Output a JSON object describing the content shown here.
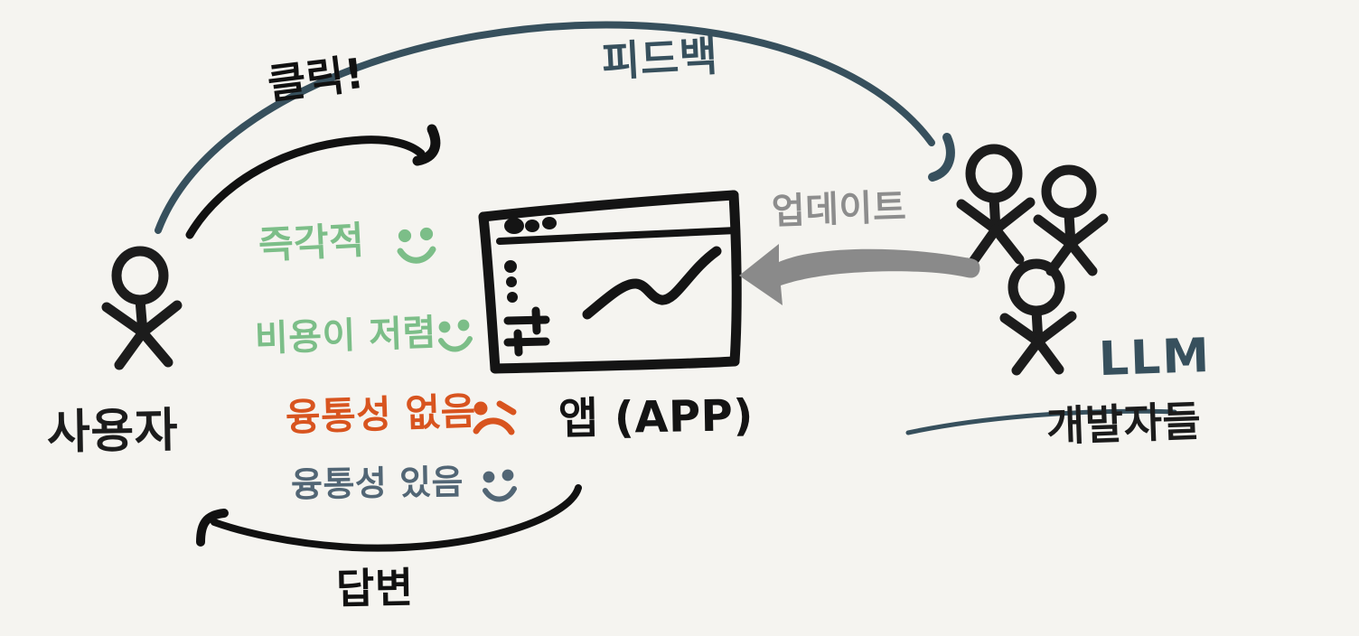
{
  "diagram": {
    "title": "사용자-앱-LLM 피드백 루프",
    "background_color": "#f5f4f0",
    "type": "hand-drawn whiteboard flow sketch"
  },
  "actors": {
    "user": {
      "label": "사용자",
      "icon": "stick-figure",
      "color": "#1c1c1c"
    },
    "app": {
      "label": "앱 (APP)",
      "icon": "app-window-sketch",
      "color": "#141414",
      "window": {
        "titlebar_dots": 3,
        "sidebar_bullets": 3,
        "sidebar_sliders": 2,
        "content": "line-chart-upward"
      }
    },
    "developers": {
      "label": "개발자들",
      "tag": "LLM",
      "icon": "stick-figure-group",
      "count": 3,
      "color": "#1c1c1c",
      "tag_color": "#37505d"
    }
  },
  "arrows": {
    "click": {
      "label": "클릭!",
      "color": "#111111",
      "direction": "user-to-app"
    },
    "feedback": {
      "label": "피드백",
      "color": "#37505d",
      "direction": "user-to-developers"
    },
    "update": {
      "label": "업데이트",
      "color": "#8d8d8d",
      "direction": "developers-to-app"
    },
    "answer": {
      "label": "답변",
      "color": "#111111",
      "direction": "app-to-user"
    }
  },
  "annotations": [
    {
      "text": "즉각적",
      "face": "smile",
      "color": "#7cbe88",
      "sentiment": "positive"
    },
    {
      "text": "비용이 저렴",
      "face": "smile",
      "color": "#7cbe88",
      "sentiment": "positive"
    },
    {
      "text": "융통성 없음",
      "face": "frown",
      "color": "#d8541f",
      "sentiment": "negative"
    },
    {
      "text": "융통성 있음",
      "face": "smile",
      "color": "#526675",
      "sentiment": "positive"
    }
  ],
  "colors": {
    "ink_black": "#111111",
    "slate_blue": "#37505d",
    "green": "#7cbe88",
    "orange": "#d8541f",
    "gray": "#8d8d8d",
    "blue_gray": "#526675",
    "background": "#f5f4f0"
  }
}
